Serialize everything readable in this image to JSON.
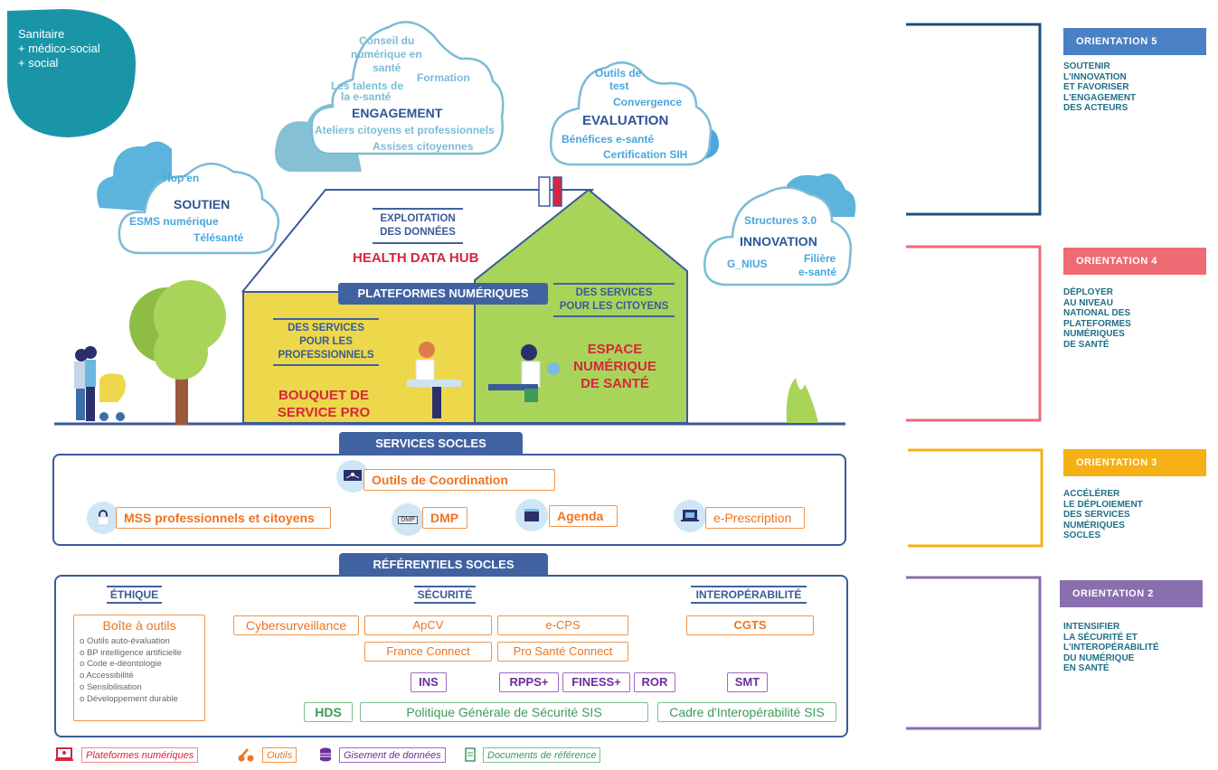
{
  "sector": {
    "lines": [
      "Sanitaire",
      "+ médico-social",
      "+ social"
    ]
  },
  "clouds": {
    "soutien": {
      "title": "SOUTIEN",
      "items": [
        "Hop'en",
        "ESMS numérique",
        "Télésanté"
      ]
    },
    "engagement": {
      "title": "ENGAGEMENT",
      "items": [
        "Conseil du",
        "numérique en",
        "santé",
        "Formation",
        "Les talents de",
        "la e-santé",
        "Ateliers citoyens et professionnels",
        "Assises citoyennes"
      ]
    },
    "evaluation": {
      "title": "EVALUATION",
      "items": [
        "Outils de",
        "test",
        "Convergence",
        "Bénéfices e-santé",
        "Certification SIH"
      ]
    },
    "innovation": {
      "title": "INNOVATION",
      "items": [
        "Structures 3.0",
        "G_NIUS",
        "Filière",
        "e-santé"
      ]
    }
  },
  "house": {
    "exploitation": [
      "EXPLOITATION",
      "DES DONNÉES"
    ],
    "health_data_hub": "HEALTH DATA HUB",
    "plateformes": "PLATEFORMES NUMÉRIQUES",
    "pro_heading": [
      "DES SERVICES",
      "POUR LES",
      "PROFESSIONNELS"
    ],
    "pro_product": [
      "BOUQUET DE",
      "SERVICE PRO"
    ],
    "cit_heading": [
      "DES SERVICES",
      "POUR LES CITOYENS"
    ],
    "cit_product": [
      "ESPACE",
      "NUMÉRIQUE",
      "DE SANTÉ"
    ]
  },
  "services_socles": {
    "tab": "SERVICES SOCLES",
    "items": [
      {
        "label": "Outils de Coordination",
        "icon": "coordination-monitor-icon"
      },
      {
        "label": "MSS professionnels et citoyens",
        "icon": "padlock-icon"
      },
      {
        "label": "DMP",
        "icon": "dmp-card-icon",
        "icon_text": "DMP"
      },
      {
        "label": "Agenda",
        "icon": "calendar-icon"
      },
      {
        "label": "e-Prescription",
        "icon": "laptop-mail-icon"
      }
    ]
  },
  "referentiels": {
    "tab": "RÉFÉRENTIELS SOCLES",
    "columns": {
      "ethique": "ÉTHIQUE",
      "securite": "SÉCURITÉ",
      "interop": "INTEROPÉRABILITÉ"
    },
    "boite": {
      "title": "Boîte à outils",
      "items": [
        "Outils auto-évaluation",
        "BP intelligence artificielle",
        "Code e-déontologie",
        "Accessibilité",
        "Sensibilisation",
        "Développement durable"
      ]
    },
    "outils": [
      "Cybersurveillance",
      "ApCV",
      "e-CPS",
      "France Connect",
      "Pro Santé Connect",
      "CGTS"
    ],
    "donnees": [
      "INS",
      "RPPS+",
      "FINESS+",
      "ROR",
      "SMT"
    ],
    "documents": [
      "HDS",
      "Politique Générale de Sécurité SIS",
      "Cadre d'Interopérabilité SIS"
    ]
  },
  "legend": [
    {
      "label": "Plateformes numériques",
      "icon": "laptop-pin-icon",
      "color": "#d7263d"
    },
    {
      "label": "Outils",
      "icon": "tools-icon",
      "color": "#ee7420"
    },
    {
      "label": "Gisement de données",
      "icon": "database-icon",
      "color": "#6b2e9a"
    },
    {
      "label": "Documents de référence",
      "icon": "document-icon",
      "color": "#3e9a5a"
    }
  ],
  "orientations": [
    {
      "badge": "ORIENTATION 5",
      "color": "#4a80c4",
      "bracket_color": "#1f4e7e",
      "text": "SOUTENIR\nL'INNOVATION\nET FAVORISER\nL'ENGAGEMENT\nDES ACTEURS"
    },
    {
      "badge": "ORIENTATION 4",
      "color": "#ee6b73",
      "bracket_color": "#ee6b73",
      "text": "DÉPLOYER\nAU NIVEAU\nNATIONAL DES\nPLATEFORMES\nNUMÉRIQUES\nDE SANTÉ"
    },
    {
      "badge": "ORIENTATION 3",
      "color": "#f5b015",
      "bracket_color": "#f5b015",
      "text": "ACCÉLÉRER\nLE DÉPLOIEMENT\nDES SERVICES\nNUMÉRIQUES\nSOCLES"
    },
    {
      "badge": "ORIENTATION 2",
      "color": "#8a6fae",
      "bracket_color": "#8a6fae",
      "text": "INTENSIFIER\nLA SÉCURITÉ ET\nL'INTEROPÉRABILITÉ\nDU NUMÉRIQUE\nEN SANTÉ"
    }
  ]
}
